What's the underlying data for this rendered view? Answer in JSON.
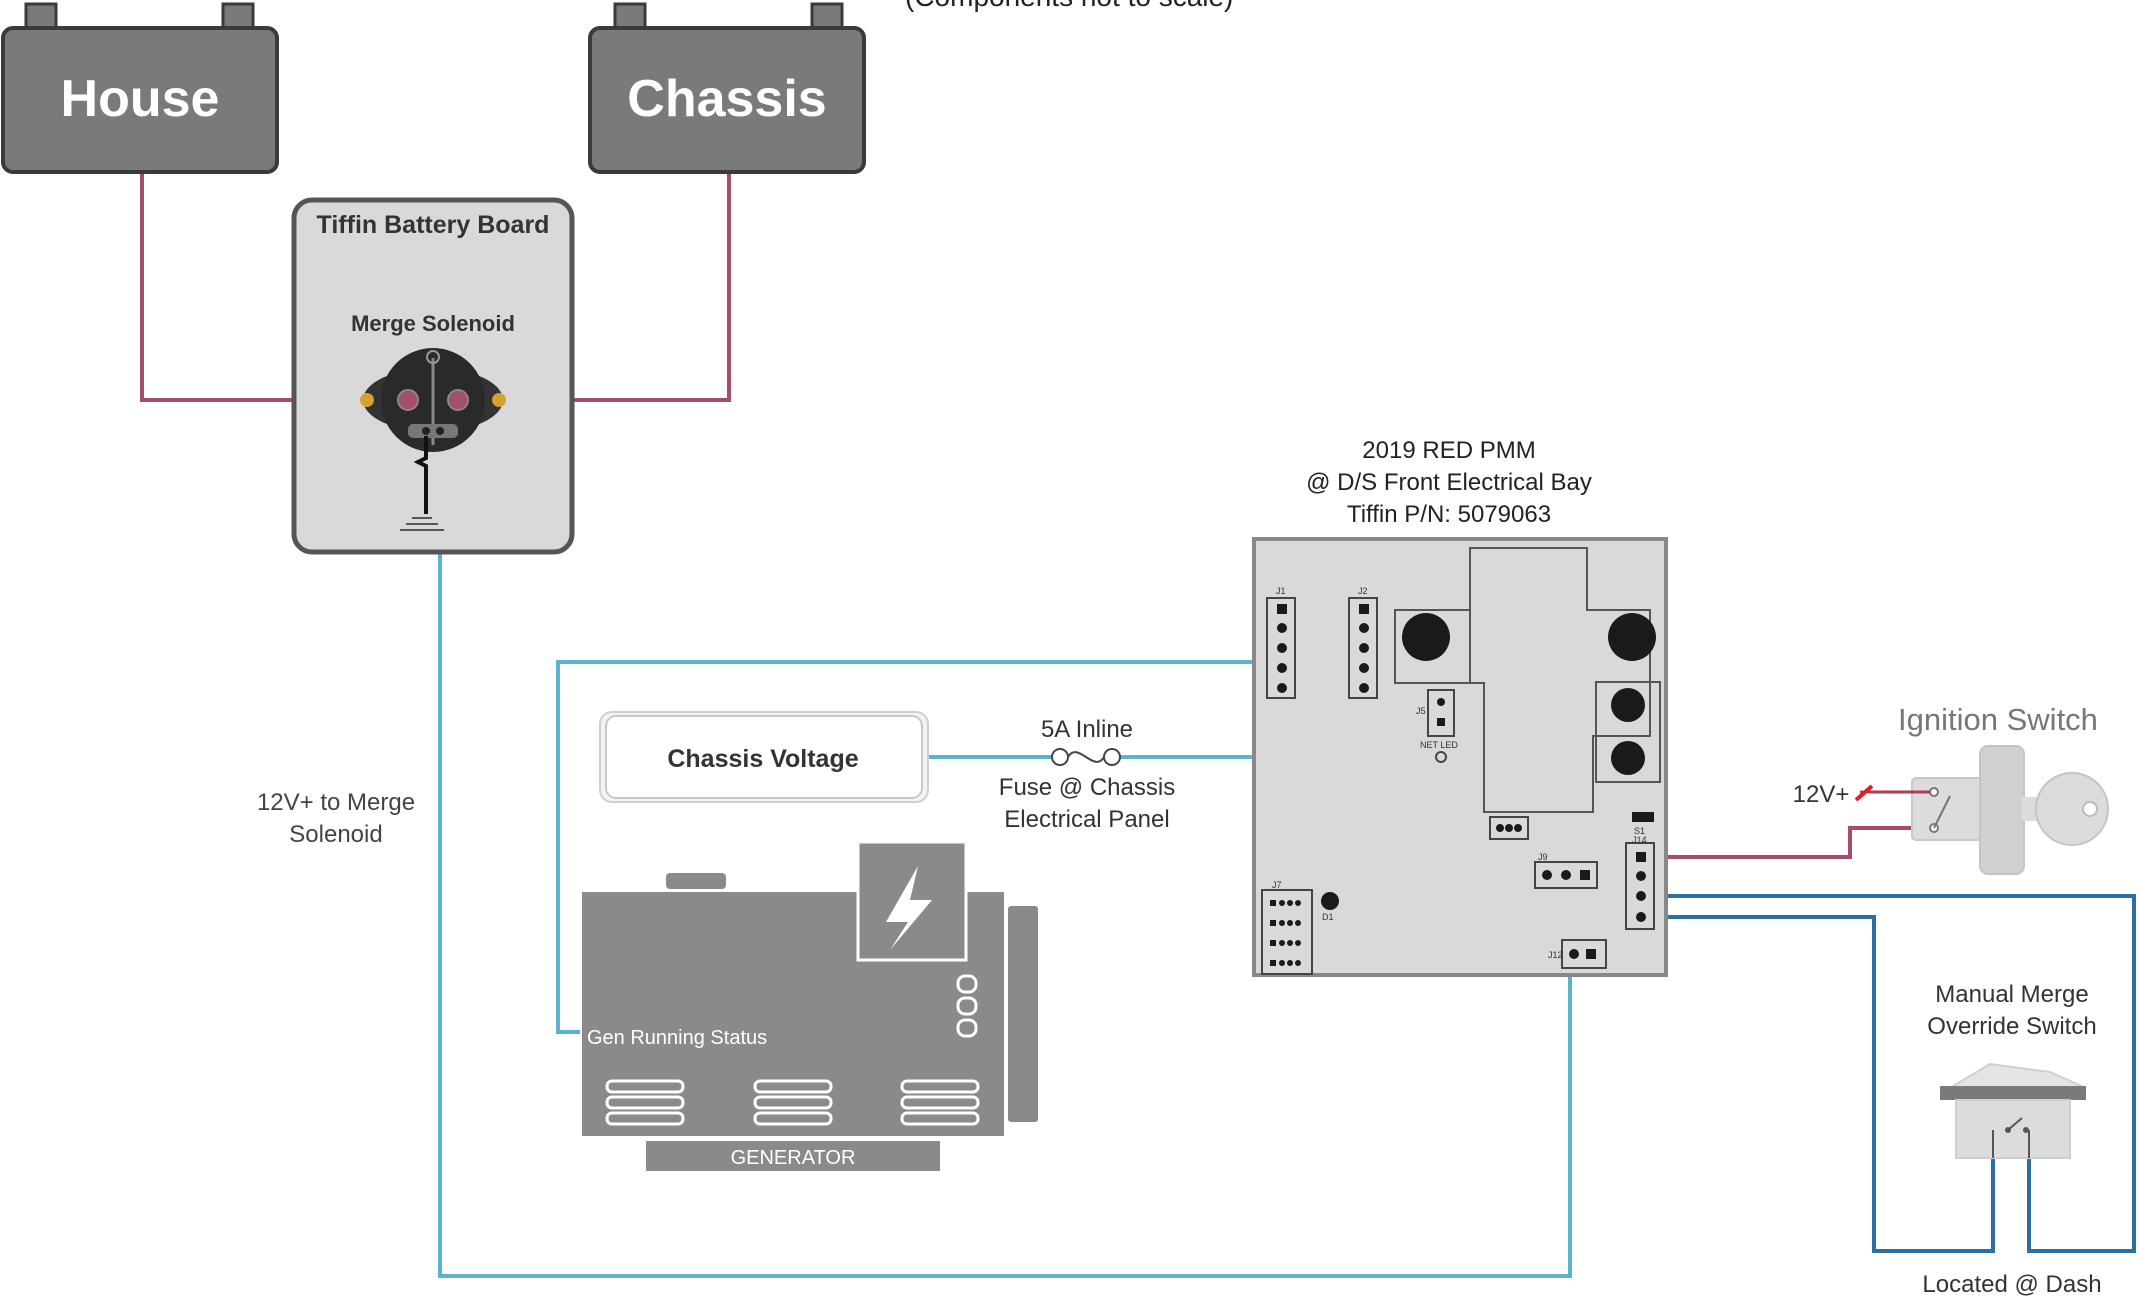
{
  "header": {
    "note": "(Components not to scale)"
  },
  "batteries": {
    "house": "House",
    "chassis": "Chassis"
  },
  "battery_board": {
    "title": "Tiffin Battery Board",
    "solenoid_label": "Merge Solenoid"
  },
  "pmm": {
    "title_line1": "2019 RED PMM",
    "title_line2": "@ D/S Front Electrical Bay",
    "title_line3": "Tiffin P/N: 5079063",
    "connectors": {
      "j1": "J1",
      "j2": "J2",
      "j5": "J5",
      "j7": "J7",
      "j9": "J9",
      "j12": "J12",
      "j14": "J14",
      "net_led": "NET LED",
      "d1": "D1",
      "s1": "S1"
    }
  },
  "chassis_voltage": {
    "label": "Chassis Voltage"
  },
  "fuse": {
    "line1": "5A Inline",
    "line2": "Fuse @ Chassis",
    "line3": "Electrical Panel"
  },
  "merge_wire_label": {
    "line1": "12V+ to Merge",
    "line2": "Solenoid"
  },
  "generator": {
    "status_label": "Gen Running Status",
    "name": "GENERATOR"
  },
  "ignition": {
    "title": "Ignition Switch",
    "input_label": "12V+"
  },
  "override_switch": {
    "line1": "Manual Merge",
    "line2": "Override Switch",
    "location": "Located @ Dash"
  },
  "colors": {
    "battery_wire": "#a54b6b",
    "signal_wire": "#5bb3d0",
    "switch_wire": "#2e6fa3",
    "ignition_wire": "#b03a4e",
    "battery_fill": "#7a7a7a",
    "board_fill": "#d9d9d9",
    "generator_fill": "#8a8a8a"
  }
}
